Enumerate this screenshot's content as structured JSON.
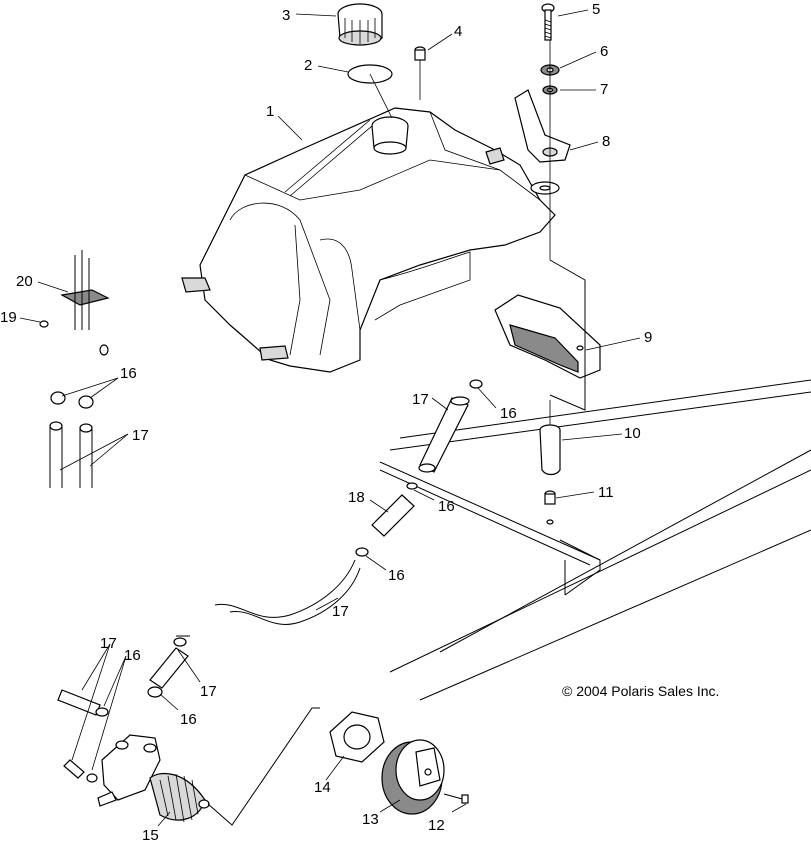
{
  "copyright": "© 2004 Polaris Sales Inc.",
  "callouts": [
    {
      "id": "c1",
      "number": "1"
    },
    {
      "id": "c2",
      "number": "2"
    },
    {
      "id": "c3",
      "number": "3"
    },
    {
      "id": "c4",
      "number": "4"
    },
    {
      "id": "c5",
      "number": "5"
    },
    {
      "id": "c6",
      "number": "6"
    },
    {
      "id": "c7",
      "number": "7"
    },
    {
      "id": "c8",
      "number": "8"
    },
    {
      "id": "c9",
      "number": "9"
    },
    {
      "id": "c10",
      "number": "10"
    },
    {
      "id": "c11",
      "number": "11"
    },
    {
      "id": "c12",
      "number": "12"
    },
    {
      "id": "c13",
      "number": "13"
    },
    {
      "id": "c14",
      "number": "14"
    },
    {
      "id": "c15",
      "number": "15"
    },
    {
      "id": "c16a",
      "number": "16"
    },
    {
      "id": "c16b",
      "number": "16"
    },
    {
      "id": "c16c",
      "number": "16"
    },
    {
      "id": "c16d",
      "number": "16"
    },
    {
      "id": "c16e",
      "number": "16"
    },
    {
      "id": "c16f",
      "number": "16"
    },
    {
      "id": "c17a",
      "number": "17"
    },
    {
      "id": "c17b",
      "number": "17"
    },
    {
      "id": "c17c",
      "number": "17"
    },
    {
      "id": "c17d",
      "number": "17"
    },
    {
      "id": "c17e",
      "number": "17"
    },
    {
      "id": "c18",
      "number": "18"
    },
    {
      "id": "c19",
      "number": "19"
    },
    {
      "id": "c20",
      "number": "20"
    }
  ]
}
